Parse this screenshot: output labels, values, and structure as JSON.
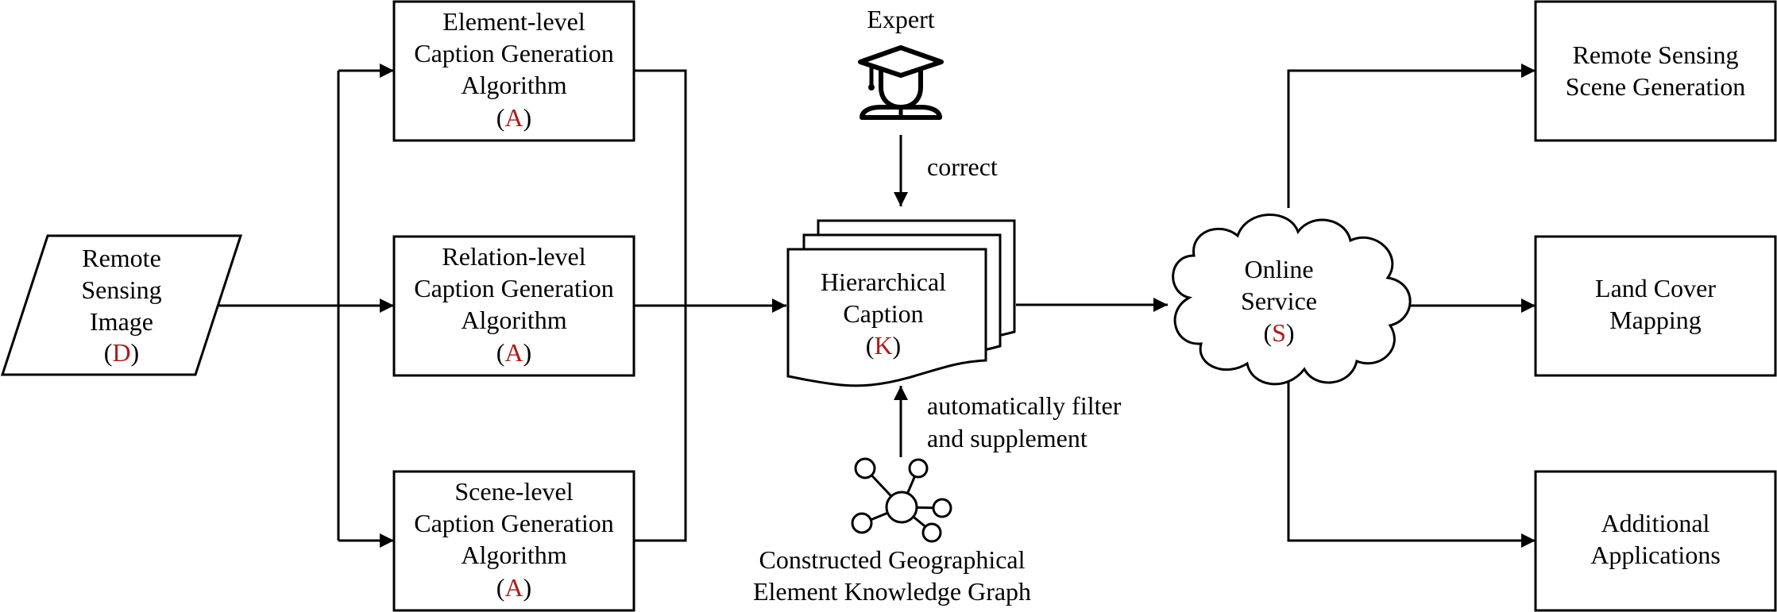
{
  "input": {
    "lines": [
      "Remote",
      "Sensing",
      "Image"
    ],
    "tag": "D"
  },
  "algorithms": [
    {
      "lines": [
        "Element-level",
        "Caption Generation",
        "Algorithm"
      ],
      "tag": "A"
    },
    {
      "lines": [
        "Relation-level",
        "Caption Generation",
        "Algorithm"
      ],
      "tag": "A"
    },
    {
      "lines": [
        "Scene-level",
        "Caption Generation",
        "Algorithm"
      ],
      "tag": "A"
    }
  ],
  "caption": {
    "lines": [
      "Hierarchical",
      "Caption"
    ],
    "tag": "K"
  },
  "expert": {
    "label": "Expert",
    "icon": "graduate-expert-icon",
    "action": "correct"
  },
  "knowledge_graph": {
    "icon": "knowledge-graph-icon",
    "action_lines": [
      "automatically filter",
      "and supplement"
    ],
    "label_lines": [
      "Constructed Geographical",
      "Element Knowledge Graph"
    ]
  },
  "service": {
    "lines": [
      "Online",
      "Service"
    ],
    "tag": "S",
    "icon": "cloud-shape"
  },
  "applications": [
    {
      "lines": [
        "Remote Sensing",
        "Scene Generation"
      ]
    },
    {
      "lines": [
        "Land Cover",
        "Mapping"
      ]
    },
    {
      "lines": [
        "Additional",
        "Applications"
      ]
    }
  ],
  "colors": {
    "tag": "#b11a1a",
    "stroke": "#000000",
    "background": "#ffffff"
  }
}
